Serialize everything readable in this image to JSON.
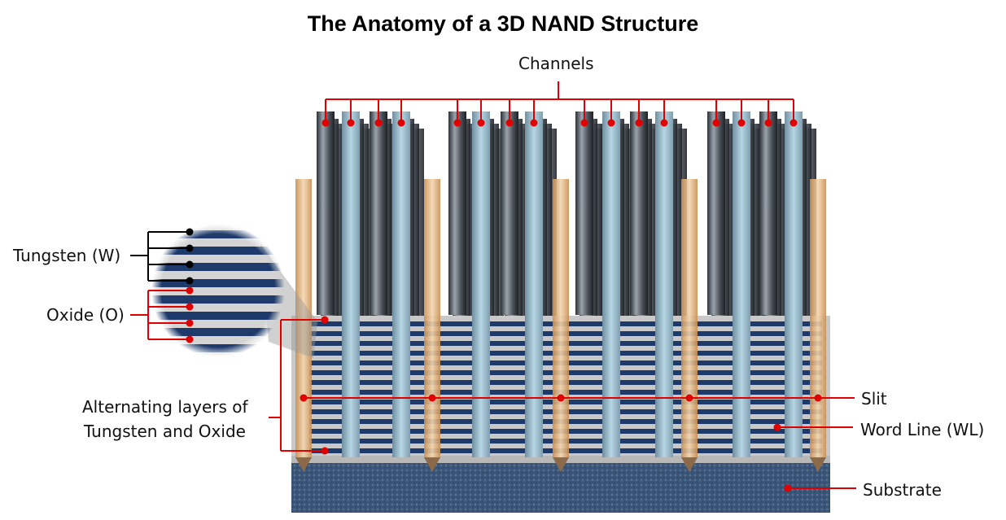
{
  "title": "The Anatomy of a 3D NAND Structure",
  "labels": {
    "channels": "Channels",
    "tungsten": "Tungsten (W)",
    "oxide": "Oxide (O)",
    "alternating_line1": "Alternating layers of",
    "alternating_line2": "Tungsten and Oxide",
    "slit": "Slit",
    "word_line": "Word Line (WL)",
    "substrate": "Substrate"
  },
  "colors": {
    "callout_red": "#e00000",
    "callout_black": "#000000",
    "tungsten_blue": "#1d3a6b",
    "oxide_gray": "#c9c9c9",
    "channel_blue": "#9fc4d6",
    "pillar_dark": "#4a4f57",
    "slit_orange": "#e4b47e",
    "substrate_blue": "#3b5578"
  }
}
